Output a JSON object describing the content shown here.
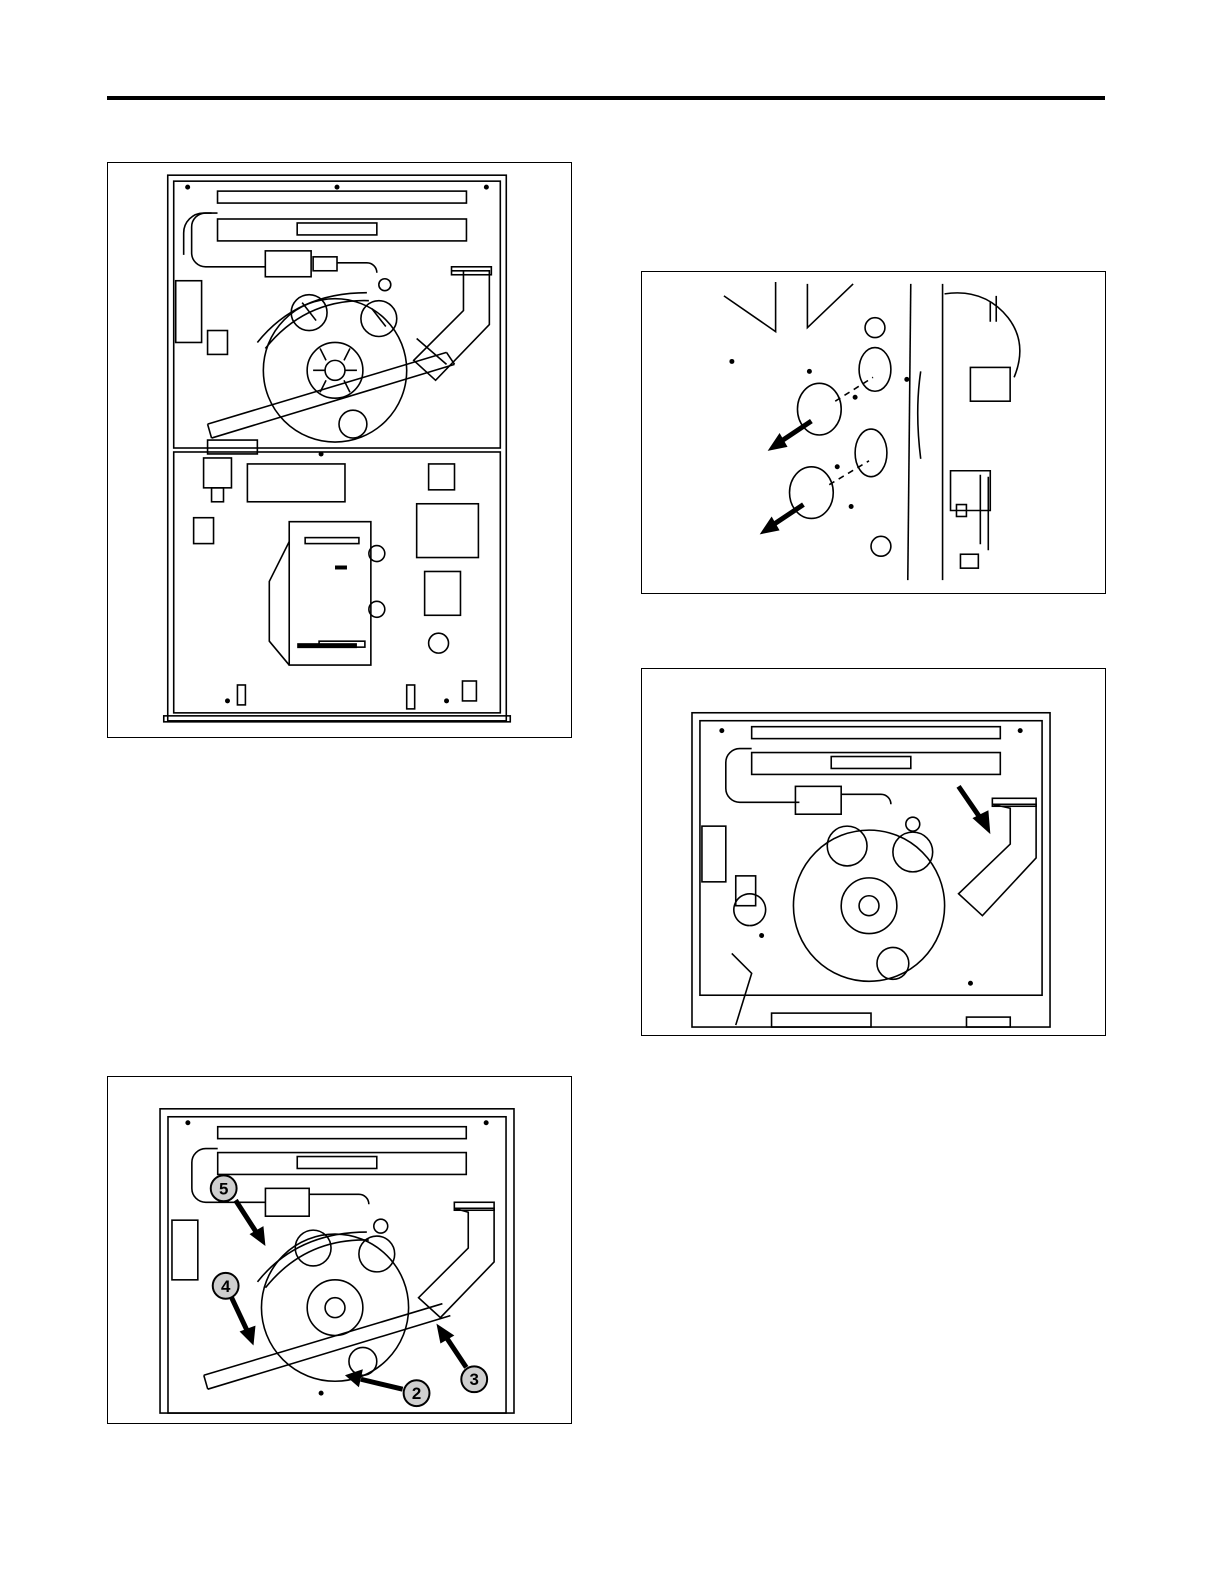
{
  "page": {
    "header_rule": true
  },
  "figures": {
    "furnace_front": {
      "kind": "line-drawing"
    },
    "vent_knockouts": {
      "kind": "line-drawing"
    },
    "vent_pipe_arrow": {
      "kind": "line-drawing"
    },
    "numbered_steps": {
      "kind": "line-drawing",
      "callouts": [
        "5",
        "4",
        "2",
        "3"
      ]
    }
  },
  "colors": {
    "ink": "#000000",
    "callout_fill": "#cfcfcf",
    "label_fill": "#f2f2f2"
  },
  "icons": {
    "arrow": "arrow-icon",
    "callout": "numbered-circle-icon"
  }
}
